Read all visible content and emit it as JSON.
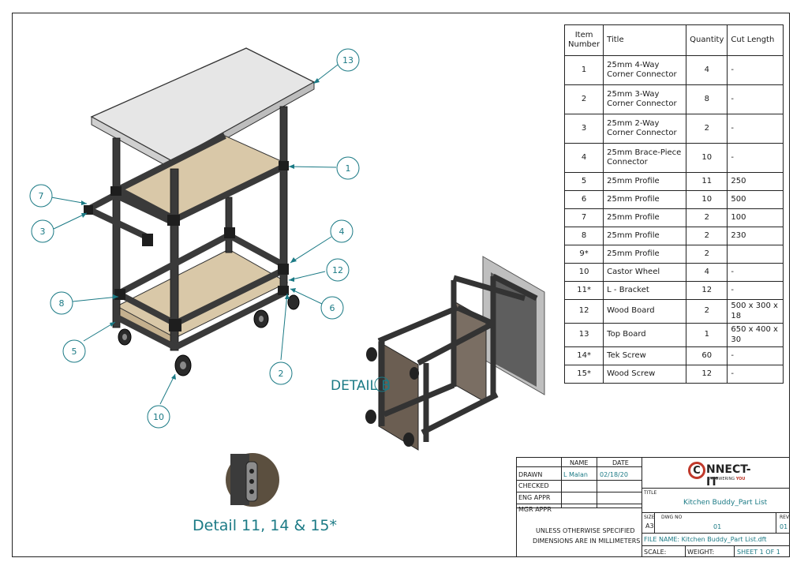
{
  "balloons": [
    "13",
    "1",
    "7",
    "3",
    "4",
    "12",
    "8",
    "6",
    "5",
    "2",
    "10"
  ],
  "detail_label": "DETAIL B",
  "detail_caption": "Detail 11, 14 & 15*",
  "parts_table": {
    "headers": {
      "item": "Item Number",
      "title": "Title",
      "qty": "Quantity",
      "cut": "Cut Length"
    },
    "rows": [
      {
        "item": "1",
        "title": "25mm 4-Way Corner Connector",
        "qty": "4",
        "cut": "-"
      },
      {
        "item": "2",
        "title": "25mm 3-Way Corner Connector",
        "qty": "8",
        "cut": "-"
      },
      {
        "item": "3",
        "title": "25mm 2-Way Corner Connector",
        "qty": "2",
        "cut": "-"
      },
      {
        "item": "4",
        "title": "25mm Brace-Piece Connector",
        "qty": "10",
        "cut": "-"
      },
      {
        "item": "5",
        "title": "25mm Profile",
        "qty": "11",
        "cut": "250"
      },
      {
        "item": "6",
        "title": "25mm Profile",
        "qty": "10",
        "cut": "500"
      },
      {
        "item": "7",
        "title": "25mm Profile",
        "qty": "2",
        "cut": "100"
      },
      {
        "item": "8",
        "title": "25mm Profile",
        "qty": "2",
        "cut": "230"
      },
      {
        "item": "9*",
        "title": "25mm Profile",
        "qty": "2",
        "cut": ""
      },
      {
        "item": "10",
        "title": "Castor Wheel",
        "qty": "4",
        "cut": "-"
      },
      {
        "item": "11*",
        "title": "L - Bracket",
        "qty": "12",
        "cut": "-"
      },
      {
        "item": "12",
        "title": "Wood Board",
        "qty": "2",
        "cut": "500 x 300 x 18"
      },
      {
        "item": "13",
        "title": "Top Board",
        "qty": "1",
        "cut": "650 x 400 x 30"
      },
      {
        "item": "14*",
        "title": "Tek Screw",
        "qty": "60",
        "cut": "-"
      },
      {
        "item": "15*",
        "title": "Wood Screw",
        "qty": "12",
        "cut": "-"
      }
    ]
  },
  "title_block": {
    "name_header": "NAME",
    "date_header": "DATE",
    "drawn_label": "DRAWN",
    "drawn_name": "L Malan",
    "drawn_date": "02/18/20",
    "checked_label": "CHECKED",
    "eng_label": "ENG APPR",
    "mgr_label": "MGR APPR",
    "note_line1": "UNLESS OTHERWISE SPECIFIED",
    "note_line2": "DIMENSIONS ARE IN MILLIMETERS",
    "logo_text": "NNECT-IT",
    "logo_initial": "C",
    "logo_tagline_a": "EMPOWERING ",
    "logo_tagline_b": "YOU",
    "title_label": "TITLE",
    "title_value": "Kitchen Buddy_Part List",
    "size_label": "SIZE",
    "size_value": "A3",
    "dwg_label": "DWG NO",
    "dwg_value": "01",
    "rev_label": "REV",
    "rev_value": "01",
    "file_name": "FILE NAME: Kitchen Buddy_Part List.dft",
    "scale_label": "SCALE:",
    "weight_label": "WEIGHT:",
    "sheet_label": "SHEET 1 OF 1"
  },
  "colors": {
    "frame": "#2d2d2d",
    "wood": "#d9c8a8",
    "top": "#e4e4e4",
    "teal": "#1b7a85"
  }
}
